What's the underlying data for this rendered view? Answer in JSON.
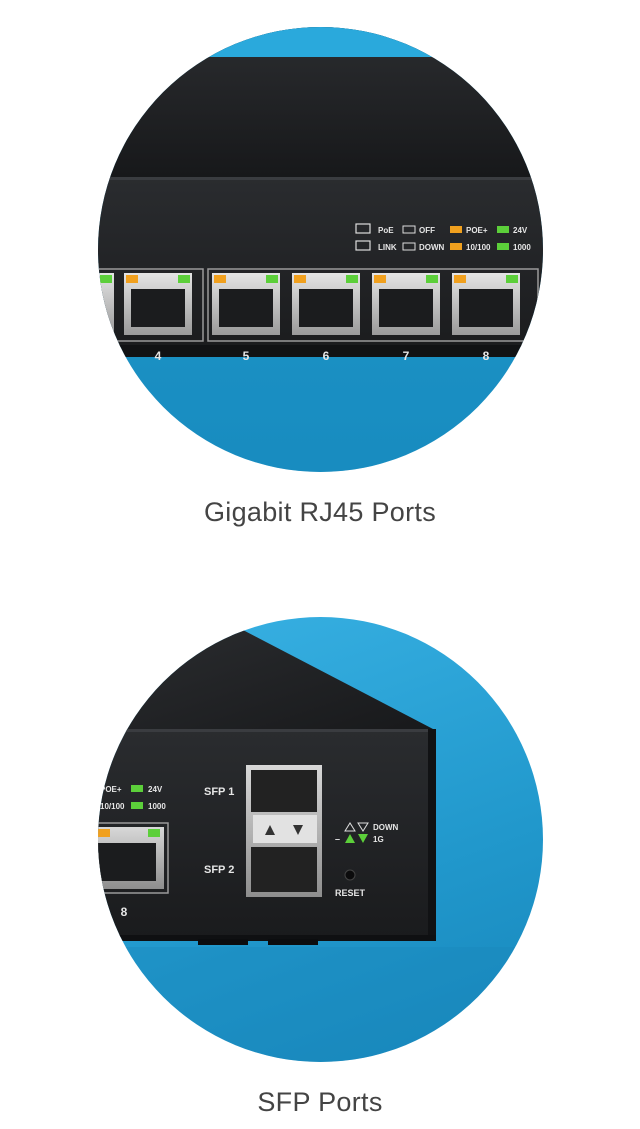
{
  "sections": [
    {
      "caption": "Gigabit RJ45 Ports",
      "port_numbers": [
        "4",
        "5",
        "6",
        "7",
        "8"
      ],
      "legend": {
        "poe": "PoE",
        "link": "LINK",
        "off": "OFF",
        "down": "DOWN",
        "poe_plus": "POE+",
        "speed_100": "10/100",
        "v24": "24V",
        "speed_1000": "1000"
      }
    },
    {
      "caption": "SFP Ports",
      "legend": {
        "poe_plus": "POE+",
        "speed_100": "10/100",
        "v24": "24V",
        "speed_1000": "1000"
      },
      "port_number": "8",
      "sfp1": "SFP 1",
      "sfp2": "SFP 2",
      "sfp_down": "DOWN",
      "sfp_1g": "1G",
      "dash": "–",
      "reset": "RESET"
    }
  ],
  "colors": {
    "accent_blue": "#2aa9dc",
    "switch_body": "#1d1f22",
    "led_green": "#5ccf3a",
    "led_amber": "#f0a01e"
  }
}
